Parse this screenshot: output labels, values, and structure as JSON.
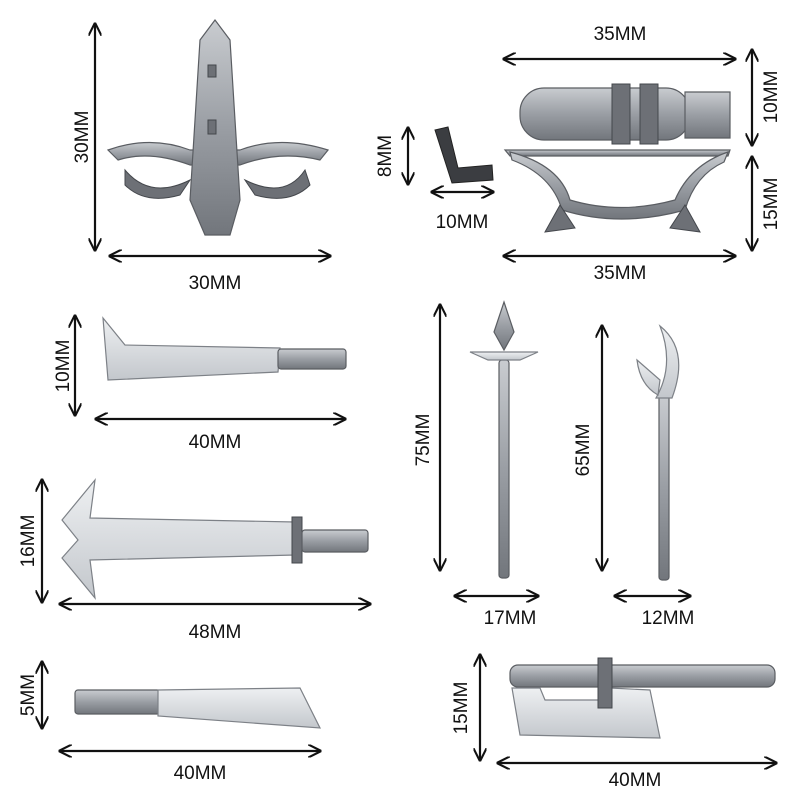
{
  "items": [
    {
      "name": "crossbow",
      "height_label": "30MM",
      "width_label": "30MM"
    },
    {
      "name": "bracket",
      "height_label": "8MM",
      "width_label": "10MM"
    },
    {
      "name": "quiver",
      "width_label": "35MM",
      "height_label": "10MM"
    },
    {
      "name": "bow",
      "height_label": "15MM",
      "width_label": "35MM"
    },
    {
      "name": "cleaver-knife",
      "height_label": "10MM",
      "width_label": "40MM"
    },
    {
      "name": "sword",
      "height_label": "16MM",
      "width_label": "48MM"
    },
    {
      "name": "dagger",
      "height_label": "5MM",
      "width_label": "40MM"
    },
    {
      "name": "spear",
      "height_label": "75MM",
      "width_label": "17MM"
    },
    {
      "name": "halberd",
      "height_label": "65MM",
      "width_label": "12MM"
    },
    {
      "name": "axe",
      "height_label": "15MM",
      "width_label": "40MM"
    }
  ],
  "colors": {
    "metal_light": "#d4d7db",
    "metal_dark": "#7a7e84",
    "ink": "#111111"
  }
}
